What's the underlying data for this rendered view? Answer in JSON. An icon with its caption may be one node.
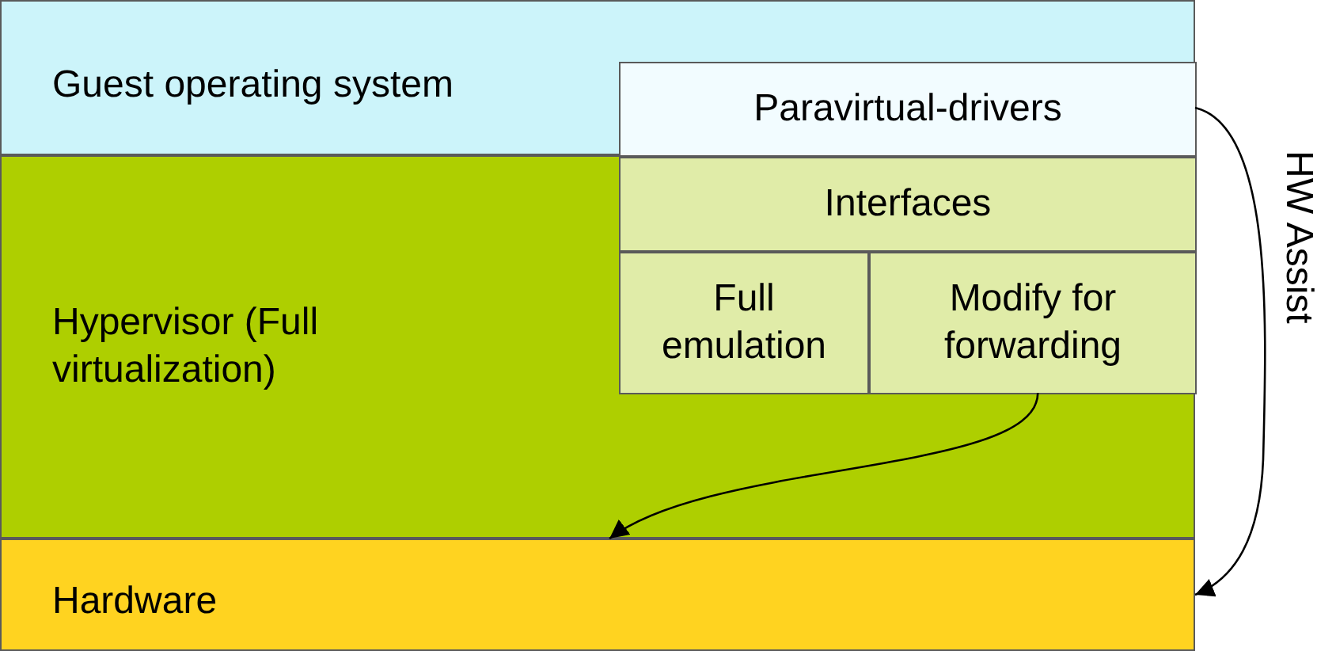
{
  "diagram": {
    "nodes": [
      {
        "text": [
          "Guest operating system"
        ]
      },
      {
        "text": [
          "Paravirtual-drivers"
        ],
        "in": 0
      },
      {
        "text": [
          "Hypervisor (Full virtualization)"
        ]
      },
      {
        "text": [
          "Interfaces"
        ],
        "in": 2
      },
      {
        "text": [
          "Full emulation"
        ],
        "in": 2
      },
      {
        "text": [
          "Modify for forwarding"
        ],
        "in": 2
      },
      {
        "text": [
          "Hardware"
        ]
      }
    ],
    "edges": [
      {
        "from": 5,
        "to": 6,
        "arrow": "to"
      },
      {
        "from": 1,
        "to": 6,
        "arrow": "to",
        "label": "HW Assist"
      }
    ]
  }
}
